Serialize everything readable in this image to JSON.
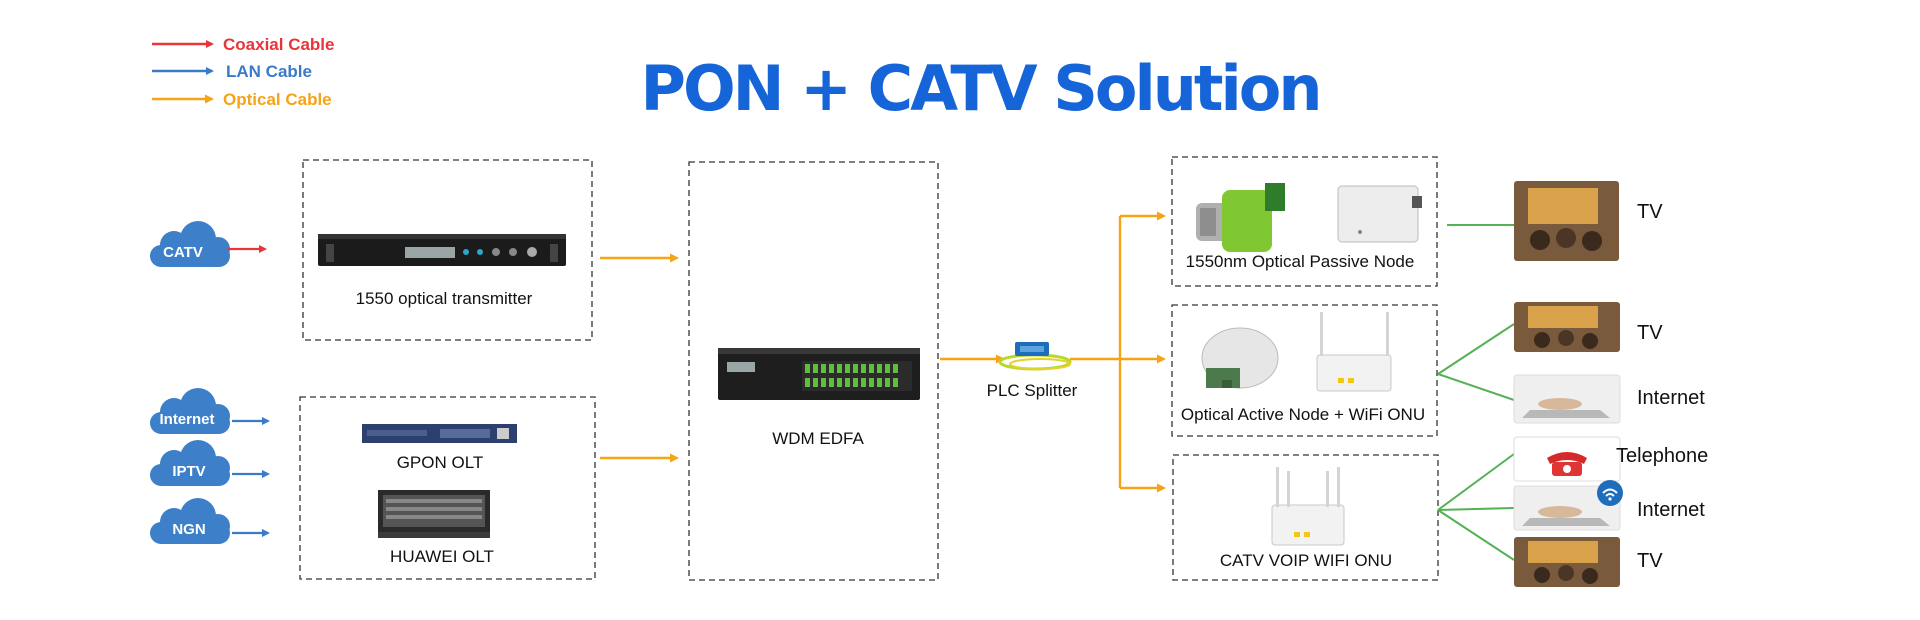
{
  "title": "PON + CATV Solution",
  "legend": [
    {
      "label": "Coaxial Cable",
      "color": "#e8353a"
    },
    {
      "label": "LAN Cable",
      "color": "#3a7bc8"
    },
    {
      "label": "Optical Cable",
      "color": "#f5a418"
    }
  ],
  "colors": {
    "title": "#1565d8",
    "cloud": "#3d7fc8",
    "coax": "#e8353a",
    "lan": "#3a7bc8",
    "optical": "#f5a418",
    "output": "#55b155"
  },
  "sources": [
    "CATV",
    "Internet",
    "IPTV",
    "NGN"
  ],
  "devices": {
    "transmitter": "1550 optical transmitter",
    "gpon_olt": "GPON OLT",
    "huawei_olt": "HUAWEI OLT",
    "edfa": "WDM EDFA",
    "splitter": "PLC Splitter",
    "passive_node": "1550nm Optical Passive Node",
    "active_node": "Optical Active Node + WiFi ONU",
    "voip_onu": "CATV VOIP WIFI ONU"
  },
  "endpoints": [
    "TV",
    "TV",
    "Internet",
    "Telephone",
    "Internet",
    "TV"
  ]
}
